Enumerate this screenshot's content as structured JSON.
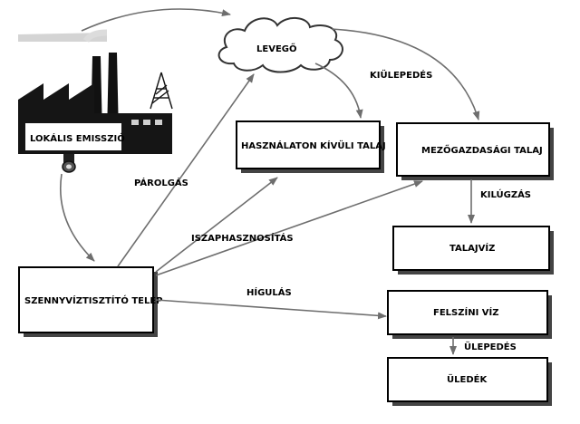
{
  "nodes": {
    "factory": "LOKÁLIS EMISSZIÓ",
    "air": "LEVEGŐ",
    "unused_soil": "HASZNÁLATON KÍVÜLI TALAJ",
    "agri_soil": "MEZŐGAZDASÁGI TALAJ",
    "wwtp": "SZENNYVÍZTISZTÍTÓ TELEP",
    "groundwater": "TALAJVÍZ",
    "surface_water": "FELSZÍNI VÍZ",
    "sediment": "ÜLEDÉK"
  },
  "edges": {
    "deposition": "KIÜLEPEDÉS",
    "evaporation": "PÁROLGÁS",
    "sludge_use": "ISZAPHASZNOSÍTÁS",
    "leaching": "KILÚGZÁS",
    "dilution": "HÍGULÁS",
    "sedimentation": "ÜLEPEDÉS"
  }
}
